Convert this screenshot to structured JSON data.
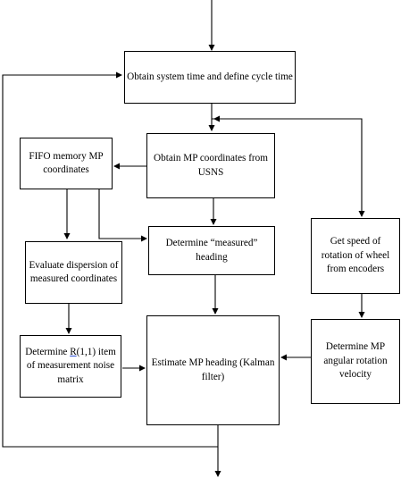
{
  "nodes": {
    "system_time": "Obtain system time and define cycle time",
    "obtain_mp": "Obtain MP coordinates from USNS",
    "fifo": "FIFO memory MP coordinates",
    "determine_measured": "Determine “measured” heading",
    "evaluate_dispersion": "Evaluate dispersion of measured coordinates",
    "determine_r_prefix": "Determine ",
    "determine_r_letter": "R",
    "determine_r_rest": "(1,1) item of measurement noise matrix",
    "estimate_heading": "Estimate MP heading (Kalman filter)",
    "get_speed": "Get speed of rotation of wheel from encoders",
    "angular_velocity": "Determine MP angular rotation velocity"
  }
}
